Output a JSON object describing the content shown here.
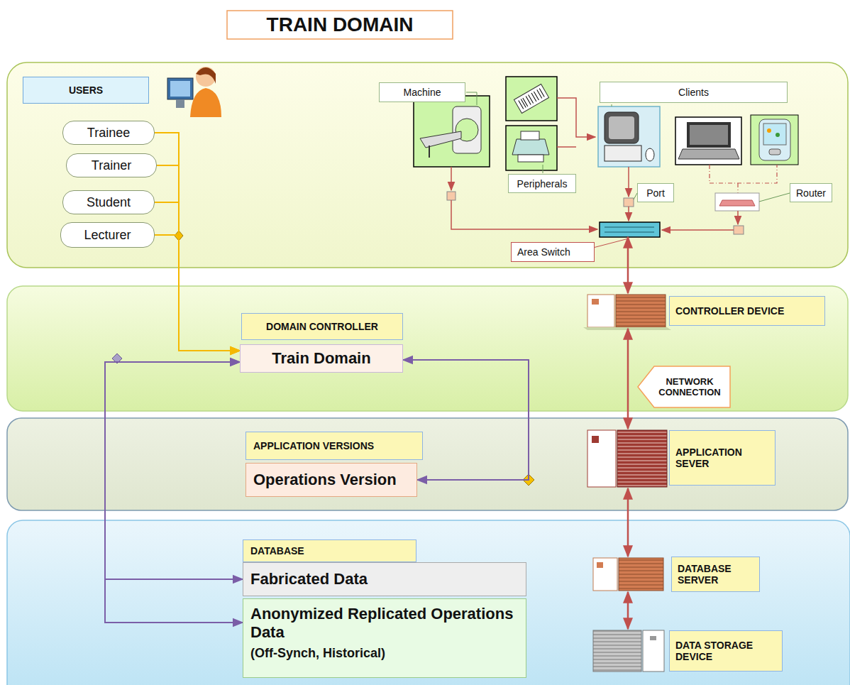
{
  "diagram": {
    "title": "TRAIN DOMAIN",
    "nodes": [
      {
        "text": [
          "USERS"
        ]
      },
      {
        "text": [
          "Trainee"
        ]
      },
      {
        "text": [
          "Trainer"
        ]
      },
      {
        "text": [
          "Student"
        ]
      },
      {
        "text": [
          "Lecturer"
        ]
      },
      {
        "text": [
          "Machine"
        ]
      },
      {
        "text": [
          "Clients"
        ]
      },
      {
        "text": [
          "Peripherals"
        ]
      },
      {
        "text": [
          "Port"
        ]
      },
      {
        "text": [
          "Router"
        ]
      },
      {
        "text": [
          "Area Switch"
        ]
      },
      {
        "text": [
          "CONTROLLER DEVICE"
        ]
      },
      {
        "text": [
          "DOMAIN CONTROLLER"
        ]
      },
      {
        "text": [
          "Train Domain"
        ]
      },
      {
        "text": [
          "NETWORK CONNECTION"
        ]
      },
      {
        "text": [
          "APPLICATION VERSIONS"
        ]
      },
      {
        "text": [
          "Operations Version"
        ]
      },
      {
        "text": [
          "APPLICATION SEVER"
        ]
      },
      {
        "text": [
          "DATABASE"
        ]
      },
      {
        "text": [
          "Fabricated Data"
        ]
      },
      {
        "text": [
          "Anonymized Replicated Operations Data",
          "(Off-Synch, Historical)"
        ]
      },
      {
        "text": [
          "DATABASE SERVER"
        ]
      },
      {
        "text": [
          "DATA STORAGE DEVICE"
        ]
      }
    ],
    "edges": [
      {
        "from": 1,
        "to": 13,
        "arrow": "to"
      },
      {
        "from": 2,
        "to": 13,
        "arrow": "to"
      },
      {
        "from": 3,
        "to": 13,
        "arrow": "to"
      },
      {
        "from": 4,
        "to": 13,
        "arrow": "to"
      },
      {
        "from": 16,
        "to": 13,
        "arrow": "both"
      },
      {
        "from": 19,
        "to": 13,
        "arrow": "both"
      },
      {
        "from": 20,
        "to": 13,
        "arrow": "both"
      },
      {
        "from": 10,
        "to": 11,
        "arrow": "both"
      },
      {
        "from": 11,
        "to": 17,
        "arrow": "both"
      },
      {
        "from": 17,
        "to": 21,
        "arrow": "both"
      },
      {
        "from": 21,
        "to": 22,
        "arrow": "both"
      }
    ]
  }
}
